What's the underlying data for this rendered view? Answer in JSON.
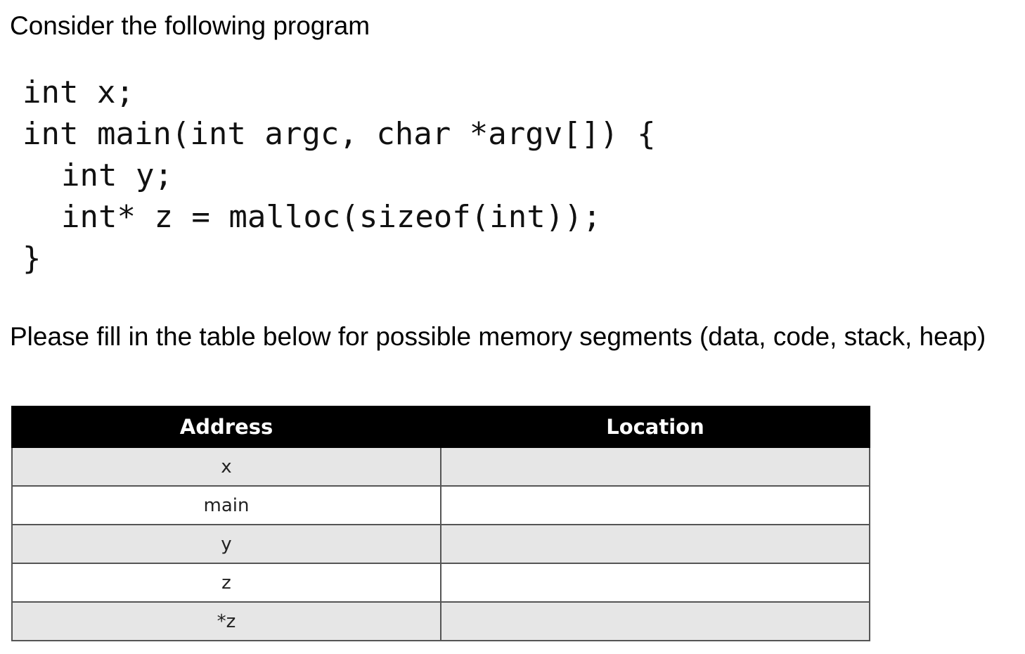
{
  "intro_text": "Consider the following program",
  "code_lines": [
    "int x;",
    "int main(int argc, char *argv[]) {",
    "int y;",
    "int* z = malloc(sizeof(int));",
    "}"
  ],
  "instruction_text": "Please fill in the table below for possible memory segments (data, code, stack, heap)",
  "table": {
    "headers": [
      "Address",
      "Location"
    ],
    "rows": [
      {
        "address": "x",
        "location": ""
      },
      {
        "address": "main",
        "location": ""
      },
      {
        "address": "y",
        "location": ""
      },
      {
        "address": "z",
        "location": ""
      },
      {
        "address": "*z",
        "location": ""
      }
    ]
  }
}
